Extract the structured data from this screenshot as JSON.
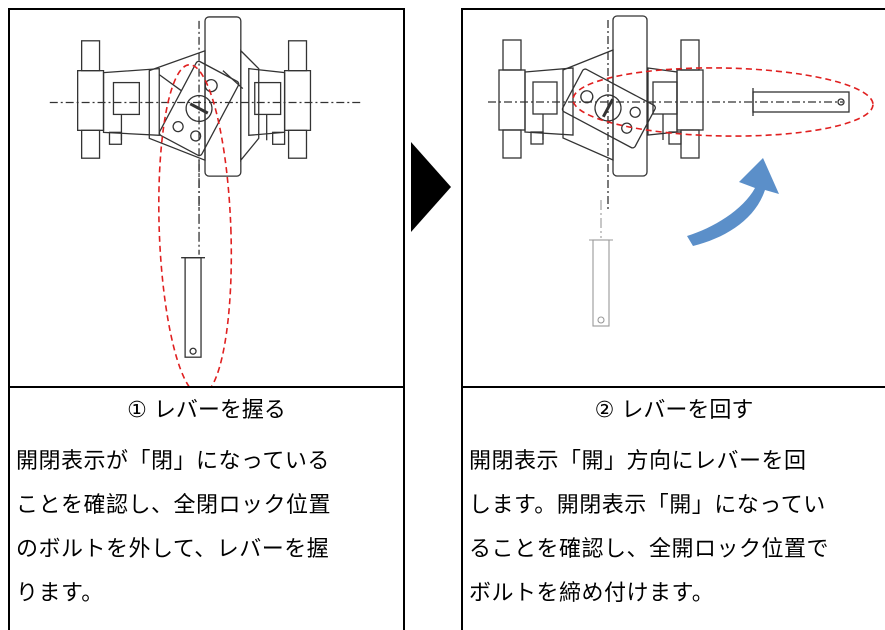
{
  "steps": [
    {
      "caption": "① レバーを握る",
      "lines": [
        "開閉表示が「閉」になっている",
        "ことを確認し、全閉ロック位置",
        "のボルトを外して、レバーを握",
        "ります。"
      ]
    },
    {
      "caption": "② レバーを回す",
      "lines": [
        "開閉表示「開」方向にレバーを回",
        "します。開閉表示「開」になってい",
        "ることを確認し、全開ロック位置で",
        "ボルトを締め付けます。"
      ]
    }
  ],
  "icons": {
    "step_arrow": "right-arrow-icon",
    "rotate_arrow": "curved-arrow-icon"
  },
  "colors": {
    "highlight_dash": "#e02020",
    "rotate_arrow": "#5b8fc9",
    "line": "#333333"
  }
}
